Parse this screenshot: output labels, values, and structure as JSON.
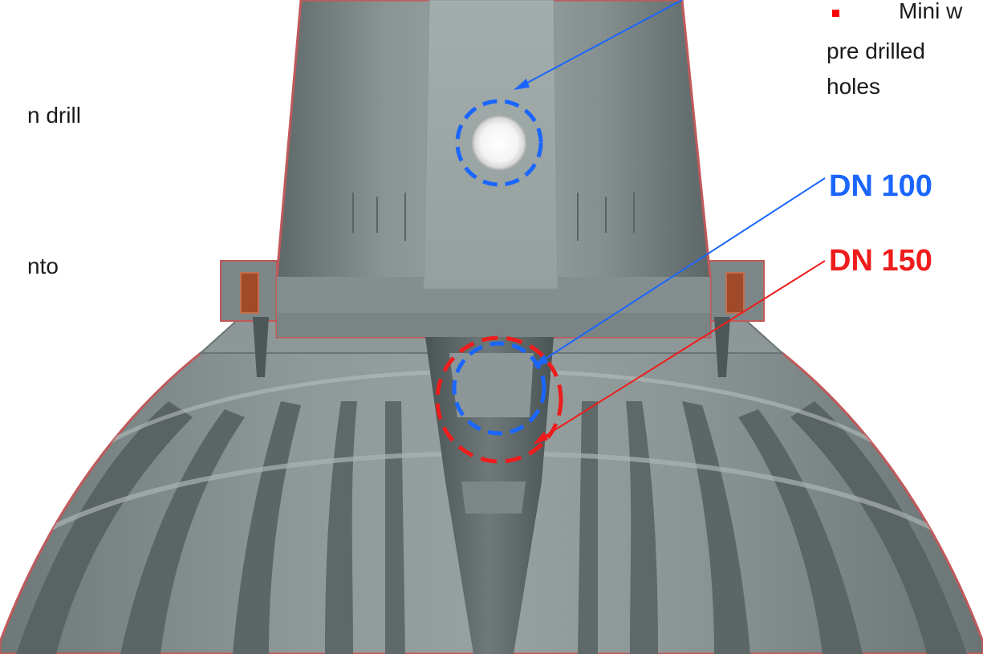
{
  "left_text": {
    "line1": "n drill",
    "line2": "nto"
  },
  "right_note": {
    "line1": "Mini w",
    "line2": "pre drilled",
    "line3": "holes"
  },
  "labels": {
    "dn100": "DN 100",
    "dn150": "DN 150"
  },
  "colors": {
    "blue_marker": "#1a66ff",
    "red_marker": "#ee1c1c",
    "tank_body": "#7f8a8a",
    "tank_outline": "#c0595a",
    "bullet": "#ff0000"
  },
  "icons": {
    "bullet": "red-square-bullet",
    "preformed_hole": "white-round-hole"
  }
}
